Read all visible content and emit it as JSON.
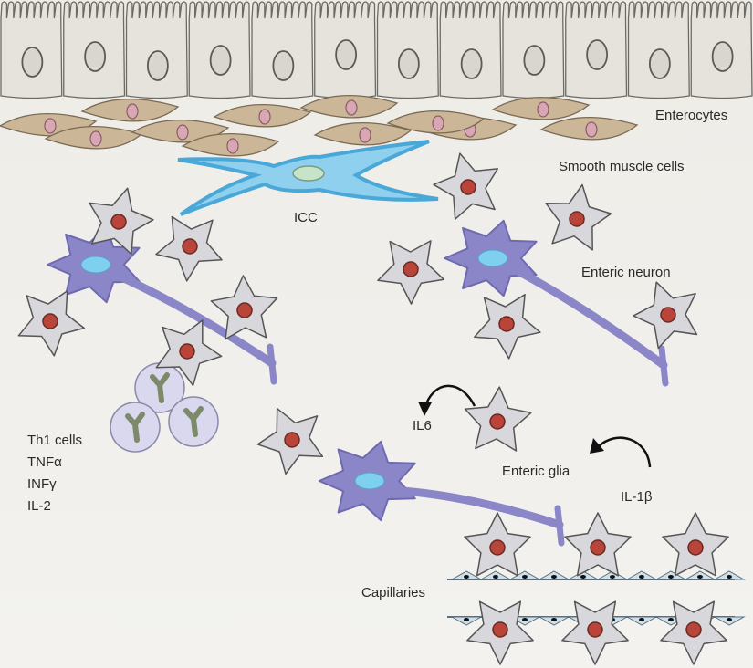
{
  "labels": {
    "enterocytes": "Enterocytes",
    "smooth_muscle": "Smooth muscle cells",
    "icc": "ICC",
    "enteric_neuron": "Enteric neuron",
    "th1_cells": "Th1 cells",
    "tnf": "TNFα",
    "inf": "INFγ",
    "il2": "IL-2",
    "il6": "IL6",
    "enteric_glia": "Enteric glia",
    "il1b": "IL-1β",
    "capillaries": "Capillaries"
  },
  "colors": {
    "enterocyte": "#e6e3dc",
    "smooth_muscle": "#cbb797",
    "icc": "#4aa8d8",
    "neuron": "#8a86c8",
    "glia": "#d8d8dc",
    "glia_nucleus": "#b8443a",
    "th1": "#d9d8ee"
  }
}
